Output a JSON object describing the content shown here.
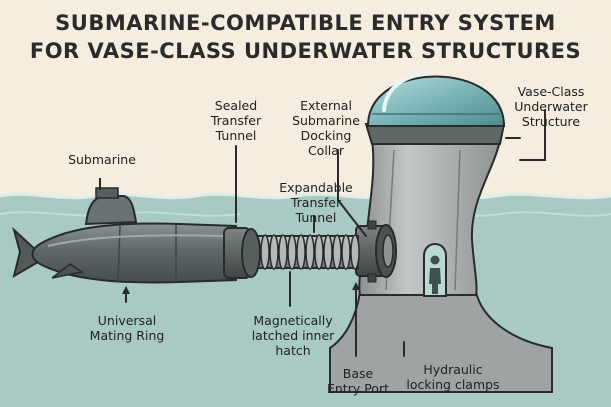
{
  "title": {
    "line1": "SUBMARINE-COMPATIBLE ENTRY SYSTEM",
    "line2": "FOR VASE-CLASS UNDERWATER STRUCTURES"
  },
  "labels": {
    "submarine": [
      "Submarine"
    ],
    "sealed_tunnel": [
      "Sealed",
      "Transfer",
      "Tunnel"
    ],
    "docking_collar": [
      "External",
      "Submarine",
      "Docking",
      "Collar"
    ],
    "structure": [
      "Vase-Class",
      "Underwater",
      "Structure"
    ],
    "expandable_tunnel": [
      "Expandable",
      "Transfer",
      "Tunnel"
    ],
    "mating_ring": [
      "Universal",
      "Mating Ring"
    ],
    "inner_hatch": [
      "Magnetically",
      "latched inner",
      "hatch"
    ],
    "entry_port": [
      "Base",
      "Entry Port"
    ],
    "clamps": [
      "Hydraulic",
      "locking clamps"
    ]
  },
  "colors": {
    "background": "#f4ede0",
    "water": "#a9c9c5",
    "wave": "#d7e7e3",
    "hull": "#6b7474",
    "structure": "#a7abab",
    "dome": "#7ab5b8",
    "outline": "#2a2a2a"
  }
}
